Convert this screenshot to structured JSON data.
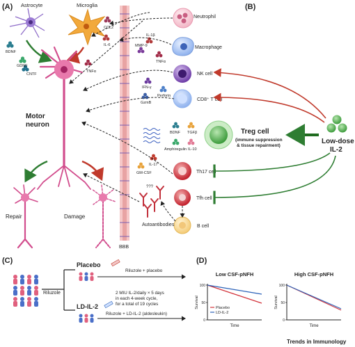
{
  "panels": {
    "a": "(A)",
    "b": "(B)",
    "c": "(C)",
    "d": "(D)"
  },
  "panel_a": {
    "astrocyte": "Astrocyte",
    "microglia": "Microglia",
    "bdnf": "BDNF",
    "gdnf": "GDNF",
    "cntf": "CNTF",
    "ccl2": "CCL2",
    "il6": "IL-6",
    "tnfa_left": "TNFα",
    "il1b": "IL-1β",
    "mmp9": "MMP-9",
    "tnfa_mid": "TNFα",
    "ifng": "IFN-γ",
    "perforin": "Perforin",
    "gzmb": "GzmB",
    "motor_neuron": "Motor\nneuron",
    "neutrophil": "Neutrophil",
    "macrophage": "Macrophage",
    "nk_cell": "NK cell",
    "cd8_cell": "CD8⁺ T cell",
    "bdnf2": "BDNF",
    "tgfb": "TGFβ",
    "amphiregulin": "Amphiregulin",
    "il10": "IL-10",
    "il17": "IL-17",
    "gmcsf": "GM-CSF",
    "unknown": "???",
    "autoantibodies": "Autoantibodies",
    "th17": "Th17 cell",
    "tfh": "Tfh cell",
    "bcell": "B cell",
    "bbb": "BBB",
    "repair": "Repair",
    "damage": "Damage"
  },
  "panel_b": {
    "treg_title": "Treg cell",
    "treg_sub": "(immune suppression\n& tissue repairment)",
    "lowdose": "Low-dose\nIL-2"
  },
  "panel_c": {
    "riluzole": "Riluzole",
    "placebo": "Placebo",
    "placebo_arm": "Riluzole + placebo",
    "ldil2": "LD-IL-2",
    "dosing": "2 MIU IL-2/daily × 5 days\nin each 4-week cycle,\nfor a total of 19 cycles",
    "ldil2_arm": "Riluzole + LD-IL-2 (aldesleukin)"
  },
  "panel_d": {
    "footer": "Trends in Immunology",
    "colors": {
      "placebo": "#d2323a",
      "ldil2": "#2b62b8"
    }
  },
  "chart_data": [
    {
      "type": "line",
      "title": "Low CSF-pNFH",
      "xlabel": "Time",
      "ylabel": "Survival",
      "ylim": [
        0,
        100
      ],
      "yticks": [
        0,
        50,
        100
      ],
      "x": [
        0,
        1
      ],
      "series": [
        {
          "name": "Placebo",
          "values": [
            100,
            48
          ]
        },
        {
          "name": "LD-IL-2",
          "values": [
            100,
            74
          ]
        }
      ]
    },
    {
      "type": "line",
      "title": "High CSF-pNFH",
      "xlabel": "Time",
      "ylabel": "Survival",
      "ylim": [
        0,
        100
      ],
      "yticks": [
        0,
        50,
        100
      ],
      "x": [
        0,
        1
      ],
      "series": [
        {
          "name": "Placebo",
          "values": [
            100,
            28
          ]
        },
        {
          "name": "LD-IL-2",
          "values": [
            100,
            32
          ]
        }
      ]
    }
  ]
}
